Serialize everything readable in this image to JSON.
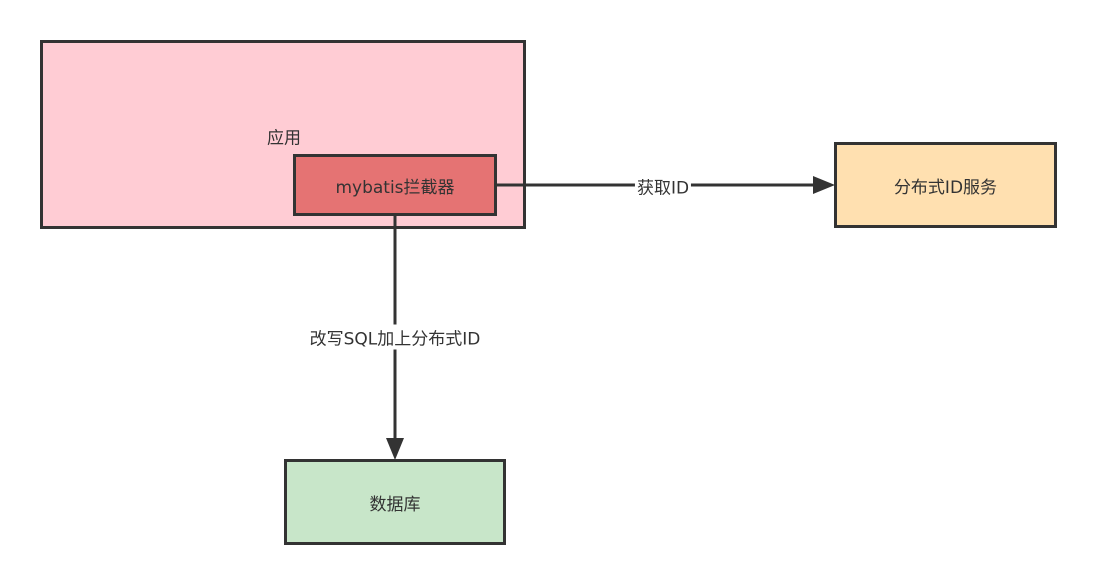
{
  "nodes": {
    "app": {
      "label": "应用",
      "color": "#ffccd4"
    },
    "interceptor": {
      "label": "mybatis拦截器",
      "color": "#e57373"
    },
    "id_service": {
      "label": "分布式ID服务",
      "color": "#ffe0b0"
    },
    "database": {
      "label": "数据库",
      "color": "#c8e6c9"
    }
  },
  "edges": {
    "get_id": {
      "label": "获取ID"
    },
    "rewrite_sql": {
      "label": "改写SQL加上分布式ID"
    }
  }
}
